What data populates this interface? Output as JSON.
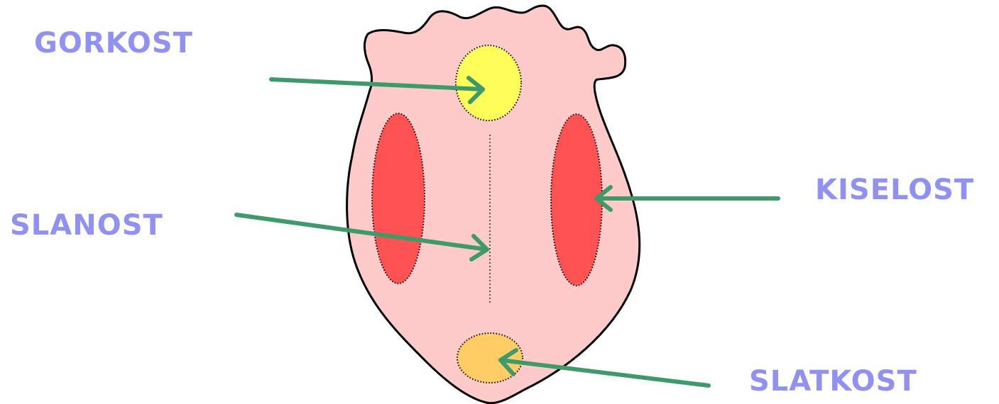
{
  "labels": {
    "bitter": "GORKOST",
    "salty": "SLANOST",
    "sour": "KISELOST",
    "sweet": "SLATKOST"
  },
  "colors": {
    "label": "#9191f2",
    "arrow": "#3f9a6b",
    "tongue_fill": "#ffcaca",
    "tongue_outline": "#000000",
    "bitter_zone": "#ffff5c",
    "sour_zone": "#ff5252",
    "sweet_zone": "#ffcc66"
  }
}
